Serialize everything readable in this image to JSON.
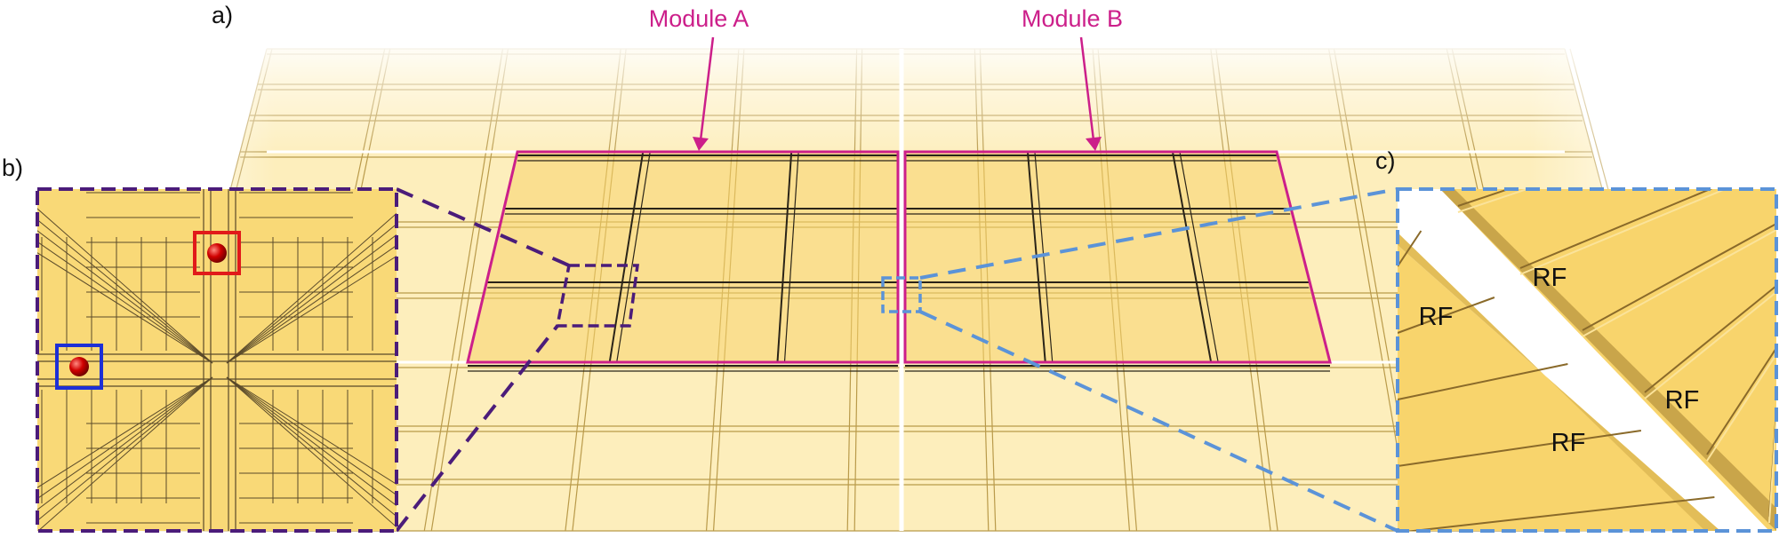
{
  "panels": {
    "a": "a)",
    "b": "b)",
    "c": "c)"
  },
  "modules": [
    {
      "label": "Module A"
    },
    {
      "label": "Module B"
    }
  ],
  "inset_c": {
    "electrode_labels": [
      "RF",
      "RF",
      "RF",
      "RF"
    ]
  },
  "colors": {
    "module_accent": "#cc1f8a",
    "inset_b_border": "#4b1c7a",
    "inset_c_border": "#5b93d8",
    "electrode_gold": "#f8d46c",
    "electrode_gold_light": "#fbe39a",
    "red_marker": "#e11a1a",
    "blue_marker": "#1d2fd6",
    "ion_red": "#c00000"
  }
}
